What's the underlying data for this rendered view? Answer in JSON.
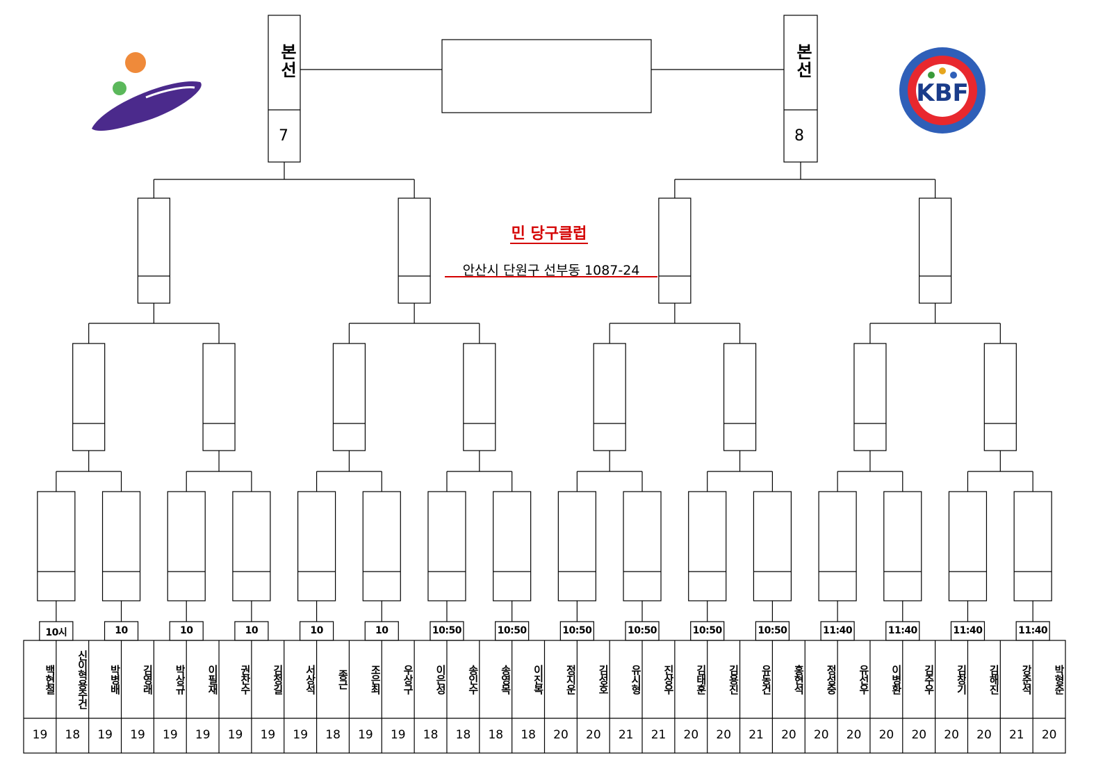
{
  "finals": {
    "left": {
      "tag": "본선",
      "number": "7"
    },
    "right": {
      "tag": "본선",
      "number": "8"
    }
  },
  "venue": {
    "name": "민 당구클럽",
    "address": "안산시 단원구 선부동 1087-24"
  },
  "match_times": [
    "10시",
    "10",
    "10",
    "10",
    "10",
    "10",
    "10:50",
    "10:50",
    "10:50",
    "10:50",
    "10:50",
    "10:50",
    "11:40",
    "11:40",
    "11:40",
    "11:40"
  ],
  "players": [
    {
      "name": "백현철",
      "score": "19"
    },
    {
      "name": "신이혁용주건",
      "score": "18"
    },
    {
      "name": "박병배",
      "score": "19"
    },
    {
      "name": "김영래",
      "score": "19"
    },
    {
      "name": "박상규",
      "score": "19"
    },
    {
      "name": "이필재",
      "score": "19"
    },
    {
      "name": "권찬수",
      "score": "19"
    },
    {
      "name": "김정길",
      "score": "19"
    },
    {
      "name": "서상석",
      "score": "19"
    },
    {
      "name": "종근",
      "score": "18"
    },
    {
      "name": "조은최",
      "score": "19"
    },
    {
      "name": "우상구",
      "score": "19"
    },
    {
      "name": "이은성",
      "score": "18"
    },
    {
      "name": "송인수",
      "score": "18"
    },
    {
      "name": "송영목",
      "score": "18"
    },
    {
      "name": "이진복",
      "score": "18"
    },
    {
      "name": "정지운",
      "score": "20"
    },
    {
      "name": "김성호",
      "score": "20"
    },
    {
      "name": "유시형",
      "score": "21"
    },
    {
      "name": "진상우",
      "score": "21"
    },
    {
      "name": "김태훈",
      "score": "20"
    },
    {
      "name": "김용진",
      "score": "20"
    },
    {
      "name": "유동건",
      "score": "21"
    },
    {
      "name": "홍현석",
      "score": "20"
    },
    {
      "name": "정성중",
      "score": "20"
    },
    {
      "name": "유선우",
      "score": "20"
    },
    {
      "name": "이병환",
      "score": "20"
    },
    {
      "name": "김주우",
      "score": "20"
    },
    {
      "name": "김창기",
      "score": "20"
    },
    {
      "name": "김해진",
      "score": "20"
    },
    {
      "name": "강준석",
      "score": "21"
    },
    {
      "name": "박형준",
      "score": "20"
    }
  ],
  "colors": {
    "line": "#000000",
    "accent": "#d40000"
  }
}
